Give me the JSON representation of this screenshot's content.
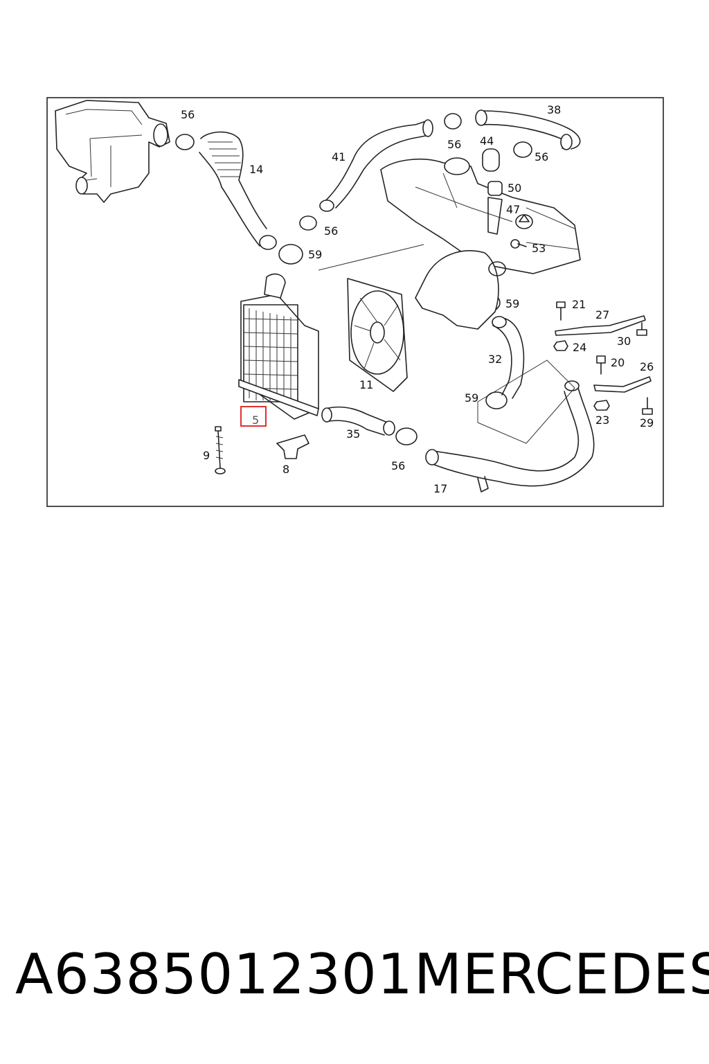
{
  "diagram": {
    "callouts": [
      "56",
      "14",
      "41",
      "56",
      "44",
      "38",
      "56",
      "50",
      "47",
      "53",
      "56",
      "59",
      "59",
      "21",
      "27",
      "30",
      "24",
      "20",
      "26",
      "32",
      "11",
      "59",
      "23",
      "29",
      "5",
      "35",
      "56",
      "9",
      "8",
      "17"
    ],
    "highlighted": "5",
    "highlight_color": "#e03030"
  },
  "footer": {
    "part_number": "A6385012301",
    "brand": "MERCEDES"
  }
}
